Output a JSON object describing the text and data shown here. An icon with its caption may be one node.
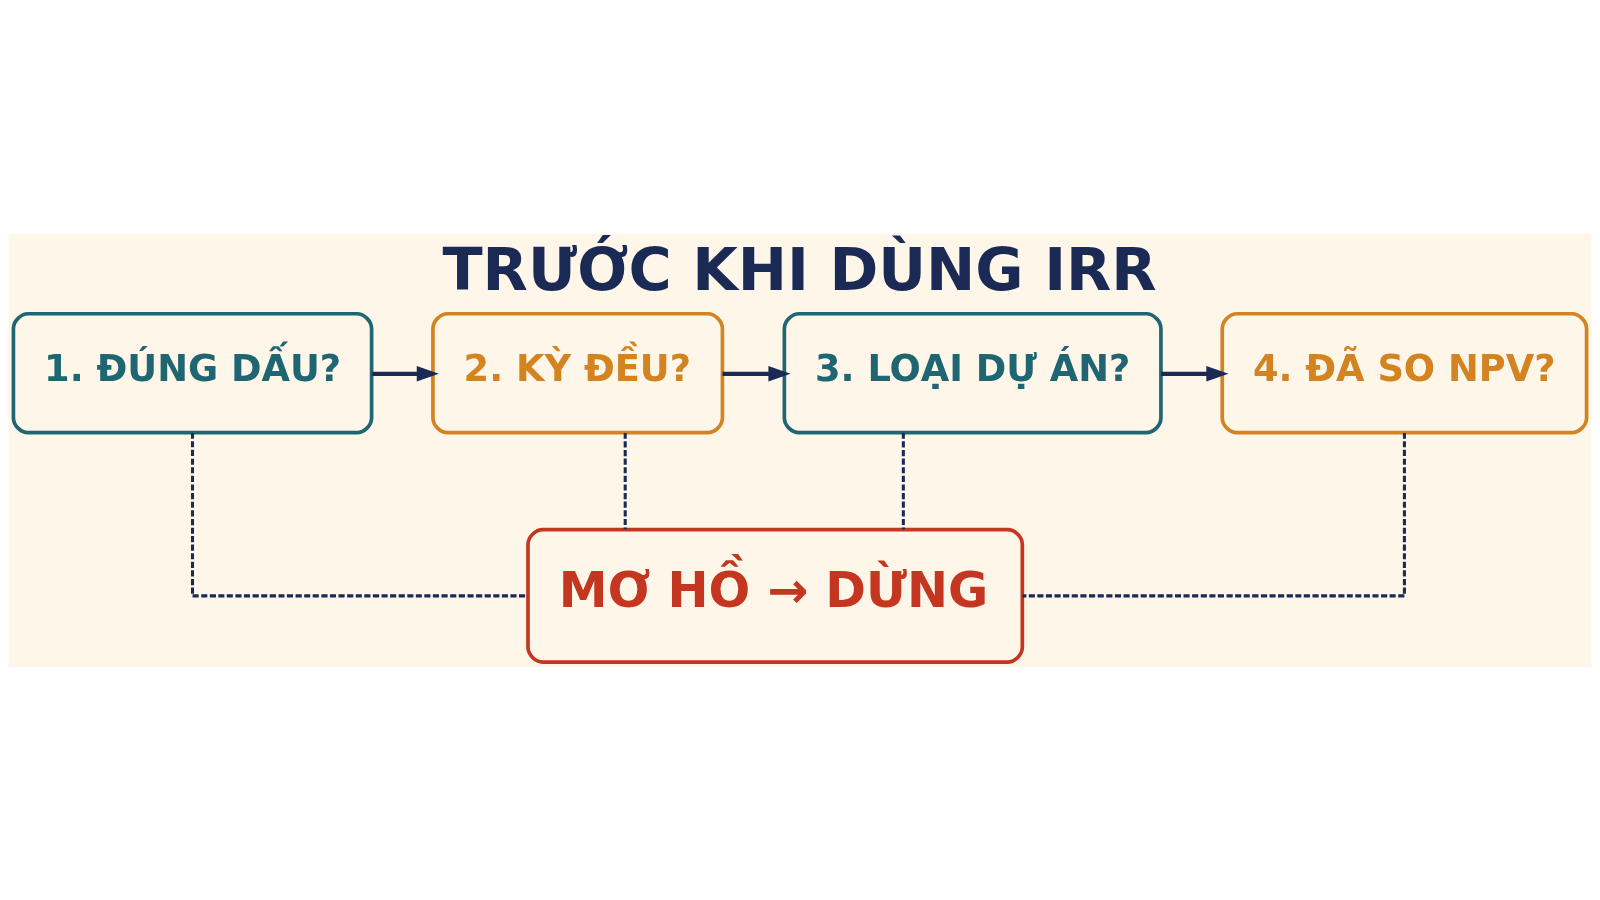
{
  "diagram": {
    "title": "TRƯỚC KHI DÙNG IRR",
    "nodes": [
      {
        "text": [
          "1. ĐÚNG DẤU?"
        ]
      },
      {
        "text": [
          "2. KỲ ĐỀU?"
        ]
      },
      {
        "text": [
          "3. LOẠI DỰ ÁN?"
        ]
      },
      {
        "text": [
          "4. ĐÃ SO NPV?"
        ]
      },
      {
        "text": [
          "MƠ HỒ → DỪNG"
        ]
      }
    ],
    "edges": [
      {
        "from": 0,
        "to": 1,
        "arrow": "to"
      },
      {
        "from": 1,
        "to": 2,
        "arrow": "to"
      },
      {
        "from": 2,
        "to": 3,
        "arrow": "to"
      },
      {
        "from": 0,
        "to": 4,
        "arrow": "none",
        "style": "dashed"
      },
      {
        "from": 1,
        "to": 4,
        "arrow": "none",
        "style": "dashed"
      },
      {
        "from": 2,
        "to": 4,
        "arrow": "none",
        "style": "dashed"
      },
      {
        "from": 3,
        "to": 4,
        "arrow": "none",
        "style": "dashed"
      }
    ]
  }
}
